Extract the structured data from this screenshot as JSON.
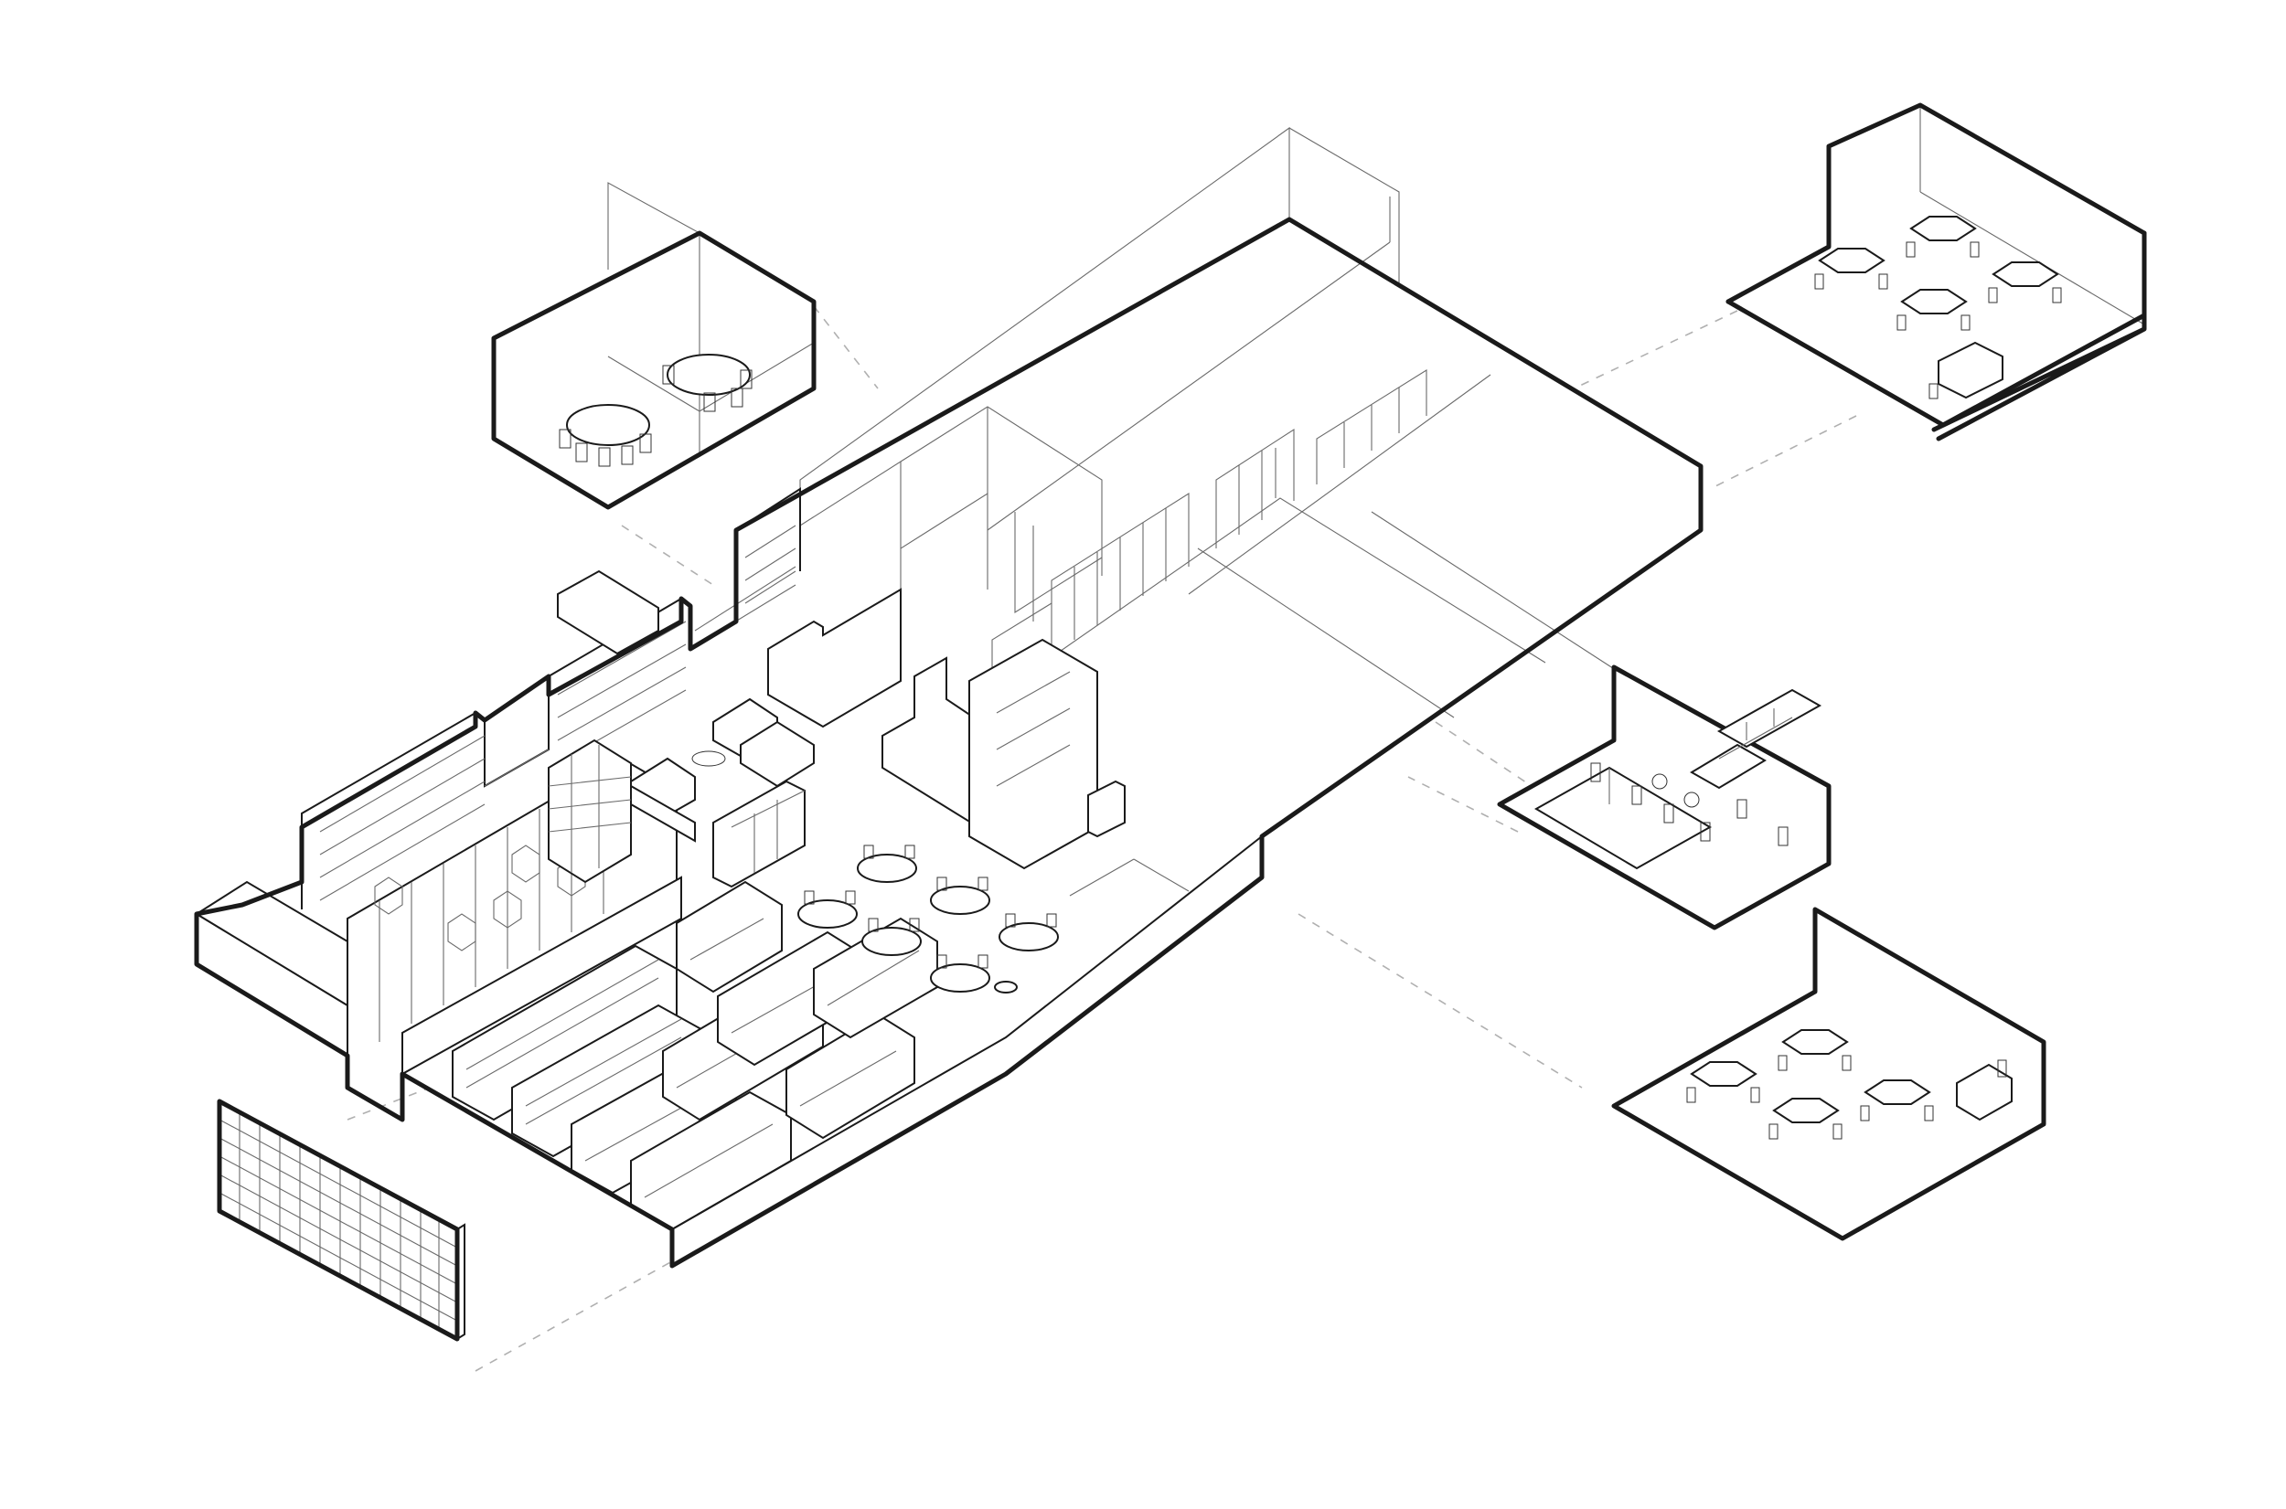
{
  "colors": {
    "ink": "#1a1a1a",
    "grey": "#6a6a6a",
    "guide": "#b0b0b0",
    "background": "#ffffff"
  },
  "views": [
    {
      "id": "main-plan",
      "kind": "exploded isometric floor plan"
    },
    {
      "id": "meeting-rooms",
      "kind": "isometric callout"
    },
    {
      "id": "classroom-a",
      "kind": "isometric callout"
    },
    {
      "id": "lab",
      "kind": "isometric callout"
    },
    {
      "id": "classroom-b",
      "kind": "isometric callout"
    },
    {
      "id": "shelf-wall",
      "kind": "elevation callout"
    }
  ]
}
